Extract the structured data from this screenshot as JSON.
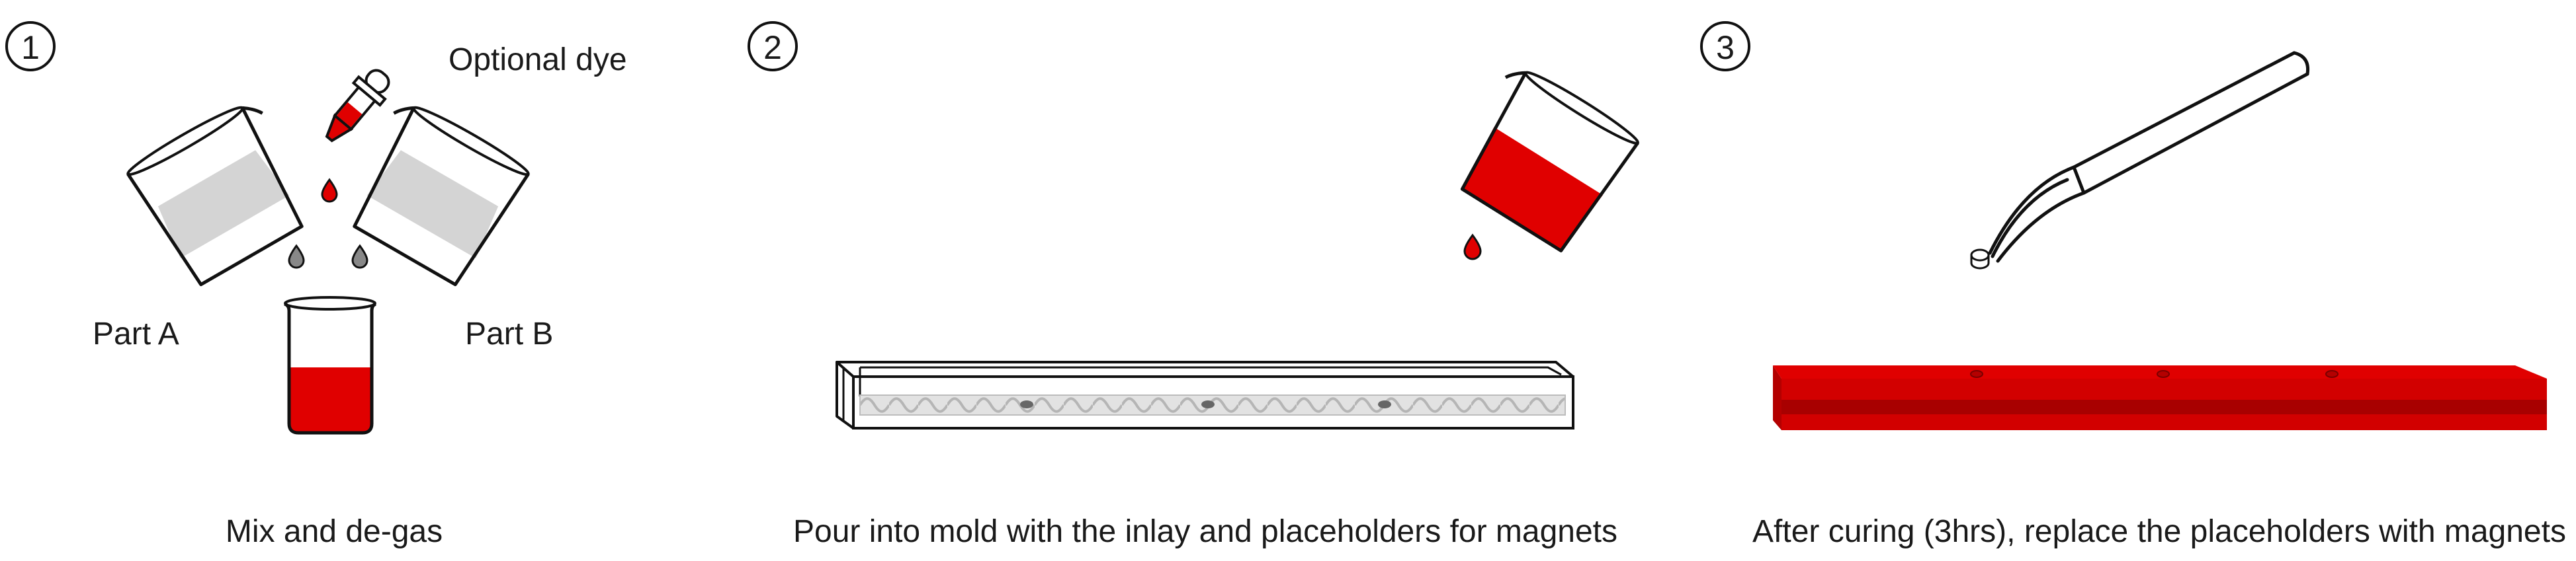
{
  "steps": [
    {
      "number": "1",
      "caption": "Mix and de-gas",
      "labels": {
        "part_a": "Part A",
        "part_b": "Part B",
        "dye": "Optional dye"
      }
    },
    {
      "number": "2",
      "caption": "Pour into mold with the inlay and placeholders for magnets"
    },
    {
      "number": "3",
      "caption": "After curing (3hrs), replace the placeholders with magnets"
    }
  ],
  "colors": {
    "accent": "#e00000",
    "accent_dark": "#a80000",
    "liquid_grey": "#d4d4d4",
    "stroke": "#111111"
  }
}
